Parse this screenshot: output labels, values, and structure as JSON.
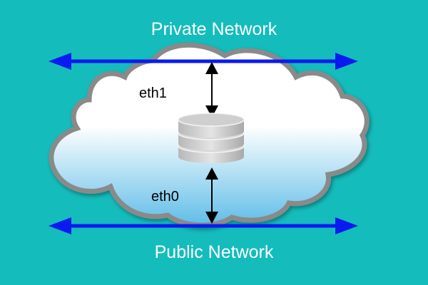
{
  "networks": {
    "private": {
      "label": "Private Network",
      "color": "#0a1af0"
    },
    "public": {
      "label": "Public Network",
      "color": "#0a1af0"
    }
  },
  "interfaces": {
    "eth1": {
      "label": "eth1"
    },
    "eth0": {
      "label": "eth0"
    }
  },
  "colors": {
    "background": "#14bcbc",
    "cloud_top": "#ffffff",
    "cloud_bottom": "#5fbde8",
    "cloud_outline": "#8a8a8a",
    "server": "#c9c9c9",
    "connector": "#000000",
    "text_light": "#ffffff",
    "text_dark": "#000000"
  },
  "icons": {
    "server": "database-server-icon",
    "cloud": "cloud-icon"
  }
}
